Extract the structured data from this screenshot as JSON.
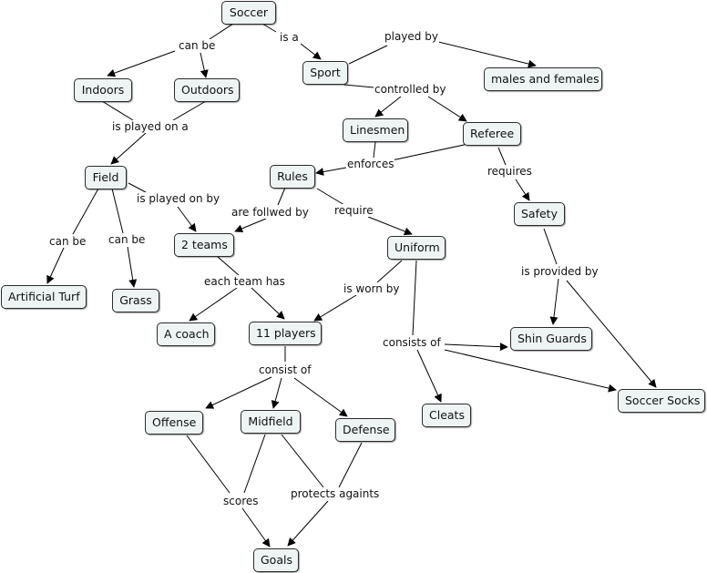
{
  "concepts": {
    "soccer": "Soccer",
    "sport": "Sport",
    "males_and_females": "males and females",
    "indoors": "Indoors",
    "outdoors": "Outdoors",
    "linesmen": "Linesmen",
    "referee": "Referee",
    "field": "Field",
    "rules": "Rules",
    "safety": "Safety",
    "two_teams": "2 teams",
    "uniform": "Uniform",
    "artificial_turf": "Artificial Turf",
    "grass": "Grass",
    "a_coach": "A coach",
    "eleven_players": "11 players",
    "shin_guards": "Shin Guards",
    "soccer_socks": "Soccer Socks",
    "offense": "Offense",
    "midfield": "Midfield",
    "defense": "Defense",
    "cleats": "Cleats",
    "goals": "Goals"
  },
  "link_phrases": {
    "can_be_top": "can be",
    "is_a": "is a",
    "played_by": "played by",
    "controlled_by": "controlled by",
    "is_played_on_a": "is played on a",
    "enforces": "enforces",
    "requires": "requires",
    "is_played_on_by": "is played on by",
    "are_follwed_by": "are follwed by",
    "require": "require",
    "can_be_turf": "can be",
    "can_be_grass": "can be",
    "is_provided_by": "is provided by",
    "each_team_has": "each team has",
    "is_worn_by": "is worn by",
    "consists_of": "consists of",
    "consist_of": "consist of",
    "scores": "scores",
    "protects_againts": "protects againts"
  },
  "colors": {
    "node_fill": "#eef4f4",
    "node_border": "#2b2b2b",
    "line": "#000000"
  }
}
